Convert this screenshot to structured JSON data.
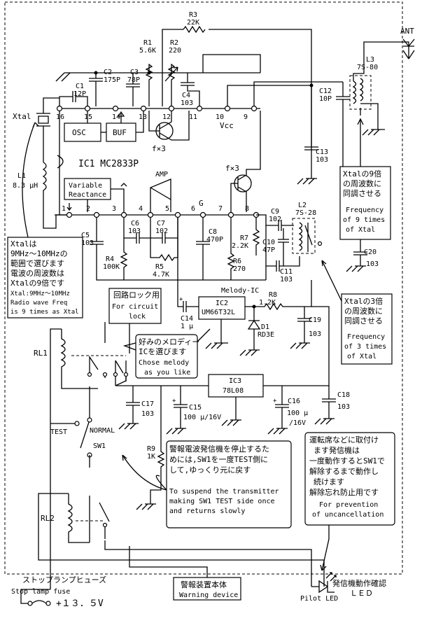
{
  "ic1": {
    "title": "IC1 MC2833P",
    "osc": "OSC",
    "buf": "BUF",
    "vcc": "Vcc",
    "amp": "AMP",
    "g": "G",
    "fx3_top": "f×3",
    "fx3_mid": "f×3",
    "vr1": "Variable",
    "vr2": "Reactance",
    "pins_top": [
      "16",
      "15",
      "14",
      "13",
      "12",
      "11",
      "10",
      "9"
    ],
    "pins_bottom": [
      "1",
      "2",
      "3",
      "4",
      "5",
      "6",
      "7",
      "8"
    ]
  },
  "components": {
    "r3": "R3",
    "r3v": "22K",
    "r1": "R1",
    "r1v": "5.6K",
    "r2": "R2",
    "r2v": "220",
    "c2": "C2",
    "c2v": "175P",
    "c3": "C3",
    "c3v": "78P",
    "c1": "C1",
    "c1v": "12P",
    "c4": "C4",
    "c4v": "103",
    "c13": "C13",
    "c13v": "103",
    "c12": "C12",
    "c12v": "10P",
    "l3": "L3",
    "l3v": "7S-80",
    "ant": "ANT",
    "xtal": "Xtal",
    "l1": "L1",
    "l1v": "8.3 μH",
    "c5": "C5",
    "c5v": "103",
    "r4": "R4",
    "r4v": "100K",
    "c6": "C6",
    "c6v": "103",
    "c7": "C7",
    "c7v": "102",
    "r5": "R5",
    "r5v": "4.7K",
    "c8": "C8",
    "c8v": "470P",
    "r7": "R7",
    "r7v": "2.2K",
    "r6": "R6",
    "r6v": "270",
    "c9": "C9",
    "c9v": "102",
    "c10": "C10",
    "c10v": "47P",
    "c11": "C11",
    "c11v": "103",
    "l2": "L2",
    "l2v": "7S-28",
    "c20": "C20",
    "c20v": "103",
    "melody": "Melody-IC",
    "ic2": "IC2",
    "ic2v": "UM66T32L",
    "r8": "R8",
    "r8v": "1.2K",
    "c14": "C14",
    "c14v": "1 μ",
    "d1": "D1",
    "d1v": "RD3E",
    "c19": "C19",
    "c19v": "103",
    "ic3": "IC3",
    "ic3v": "78L08",
    "c17": "C17",
    "c17v": "103",
    "c15": "C15",
    "c15v": "100 μ/16V",
    "c16": "C16",
    "c16v1": "100 μ",
    "c16v2": "/16V",
    "c18": "C18",
    "c18v": "103",
    "rl1": "RL1",
    "rl2": "RL2",
    "test": "TEST",
    "normal": "NORMAL",
    "sw1": "SW1",
    "r9": "R9",
    "r9v": "1K",
    "plus1": "+",
    "plus2": "+",
    "plus3": "+"
  },
  "notes": {
    "xtal_range": {
      "jp": [
        "Xtalは",
        "9MHz～10MHzの",
        "範囲で選びます",
        "電波の周波数は",
        "Xtalの9倍です"
      ],
      "en": [
        "Xtal:9MHz～10MHz",
        "Radio wave Freq",
        "is 9 times as Xtal"
      ]
    },
    "lock": {
      "jp": "回路ロック用",
      "en": [
        "For circuit",
        "lock"
      ]
    },
    "melody": {
      "jp": [
        "好みのメロディー",
        "ICを選びます"
      ],
      "en": [
        "Chose melody",
        "as you like"
      ]
    },
    "sync9": {
      "jp": [
        "Xtalの9倍",
        "の周波数に",
        "同調させる"
      ],
      "en": [
        "Frequency",
        "of 9 times",
        "of Xtal"
      ]
    },
    "sync3": {
      "jp": [
        "Xtalの3倍",
        "の周波数に",
        "同調させる"
      ],
      "en": [
        "Frequency",
        "of 3 times",
        "of Xtal"
      ]
    },
    "suspend": {
      "jp": [
        "警報電波発信機を停止するた",
        "めには,SW1を一度TEST側に",
        "して,ゆっくり元に戻す"
      ],
      "en": [
        "To suspend the transmitter",
        "making SW1 TEST side once",
        "and returns slowly"
      ]
    },
    "latch": {
      "jp": [
        "運転席などに取付け",
        "ます発信機は",
        "一度動作するとSW1で",
        "解除するまで動作し",
        "続けます",
        "解除忘れ防止用です"
      ],
      "en": [
        "For prevention",
        "of uncancellation"
      ]
    }
  },
  "bottom": {
    "fuse_jp": "ストップランプヒューズ",
    "fuse_en": "Stop lamp fuse",
    "supply": "+１３．５V",
    "warn_jp": "警報装置本体",
    "warn_en": "Warning device",
    "led_jp": "発信機動作確認",
    "led": "ＬＥＤ",
    "pilot": "Pilot LED"
  }
}
